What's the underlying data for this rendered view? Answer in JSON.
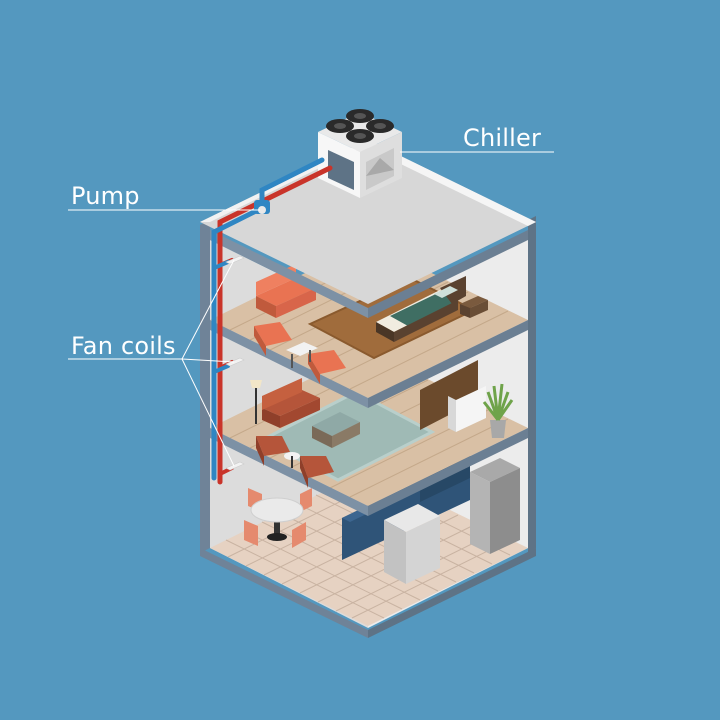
{
  "labels": {
    "chiller": "Chiller",
    "pump": "Pump",
    "fan_coils": "Fan coils"
  },
  "colors": {
    "background": "#5498bf",
    "supply_pipe": "#c9342a",
    "return_pipe": "#2f86c3",
    "wall_outer": "#6b7f93",
    "wood_floor": "#d8bfa3",
    "tile_floor": "#e3cdbd",
    "sofa": "#e0674b",
    "sofa_dark": "#a4462e",
    "cabinet": "#2d4f73",
    "rug_bedroom": "#a06c3c",
    "rug_living": "#9eb8b3"
  }
}
